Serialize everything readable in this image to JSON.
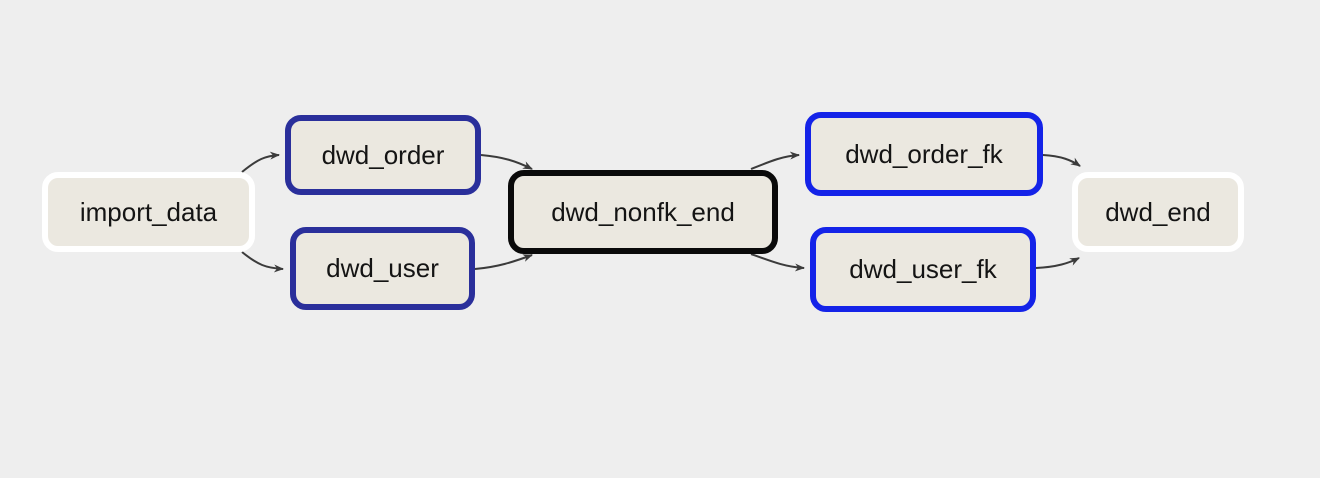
{
  "diagram": {
    "background_color": "#eeeeee",
    "node_fill_color": "#ebe8e0",
    "node_text_color": "#141414",
    "edge_color": "#3b3b3b",
    "border_colors": {
      "white": "#ffffff",
      "navy": "#2a2f9b",
      "blue": "#1423e8",
      "black": "#0a0a0a"
    },
    "nodes": [
      {
        "id": "import_data",
        "label": "import_data",
        "border": "white"
      },
      {
        "id": "dwd_order",
        "label": "dwd_order",
        "border": "navy"
      },
      {
        "id": "dwd_user",
        "label": "dwd_user",
        "border": "navy"
      },
      {
        "id": "dwd_nonfk_end",
        "label": "dwd_nonfk_end",
        "border": "black"
      },
      {
        "id": "dwd_order_fk",
        "label": "dwd_order_fk",
        "border": "blue"
      },
      {
        "id": "dwd_user_fk",
        "label": "dwd_user_fk",
        "border": "blue"
      },
      {
        "id": "dwd_end",
        "label": "dwd_end",
        "border": "white"
      }
    ],
    "edges": [
      {
        "from": "import_data",
        "to": "dwd_order"
      },
      {
        "from": "import_data",
        "to": "dwd_user"
      },
      {
        "from": "dwd_order",
        "to": "dwd_nonfk_end"
      },
      {
        "from": "dwd_user",
        "to": "dwd_nonfk_end"
      },
      {
        "from": "dwd_nonfk_end",
        "to": "dwd_order_fk"
      },
      {
        "from": "dwd_nonfk_end",
        "to": "dwd_user_fk"
      },
      {
        "from": "dwd_order_fk",
        "to": "dwd_end"
      },
      {
        "from": "dwd_user_fk",
        "to": "dwd_end"
      }
    ]
  }
}
